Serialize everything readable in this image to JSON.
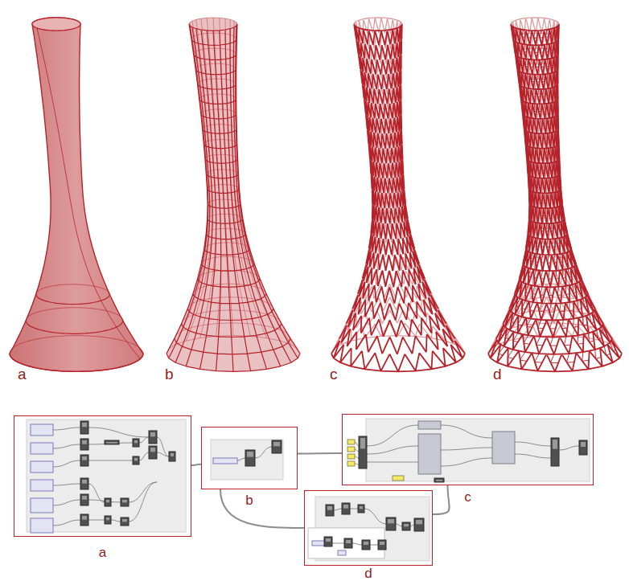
{
  "diagram": {
    "nodes": [
      {
        "text": [
          "a"
        ]
      },
      {
        "text": [
          "b"
        ]
      },
      {
        "text": [
          "c"
        ]
      },
      {
        "text": [
          "d"
        ]
      }
    ],
    "edges": [
      {
        "from": 0,
        "to": 1,
        "arrow": "none"
      },
      {
        "from": 1,
        "to": 2,
        "arrow": "none"
      },
      {
        "from": 1,
        "to": 3,
        "arrow": "none"
      },
      {
        "from": 3,
        "to": 2,
        "arrow": "none"
      }
    ],
    "labels": [
      "a",
      "b",
      "c",
      "d"
    ]
  }
}
